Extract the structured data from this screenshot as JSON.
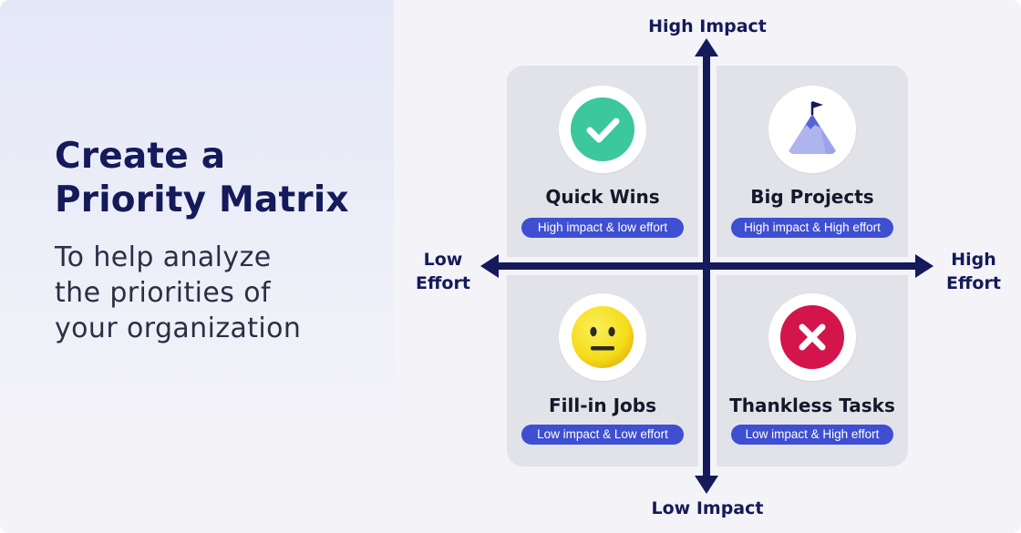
{
  "heading": {
    "title_lines": [
      "Create a",
      "Priority Matrix"
    ],
    "subtitle_lines": [
      "To help analyze",
      "the priorities of",
      "your organization"
    ]
  },
  "axes": {
    "top": "High Impact",
    "bottom": "Low Impact",
    "left_lines": [
      "Low",
      "Effort"
    ],
    "right_lines": [
      "High",
      "Effort"
    ]
  },
  "quadrants": [
    {
      "title": "Quick Wins",
      "tag": "High impact & low effort",
      "icon": "checkmark-icon"
    },
    {
      "title": "Big Projects",
      "tag": "High impact & High effort",
      "icon": "mountain-flag-icon"
    },
    {
      "title": "Fill-in Jobs",
      "tag": "Low impact & Low effort",
      "icon": "neutral-face-icon"
    },
    {
      "title": "Thankless Tasks",
      "tag": "Low impact & High effort",
      "icon": "cross-icon"
    }
  ],
  "colors": {
    "navy": "#141a5a",
    "pill_blue": "#3f4fd1",
    "quadrant_bg": "#e2e3e9",
    "check_green": "#3cc79c",
    "cross_red": "#d3154c",
    "face_yellow": "#f5dd1a",
    "mountain_purple": "#8f98e4"
  }
}
